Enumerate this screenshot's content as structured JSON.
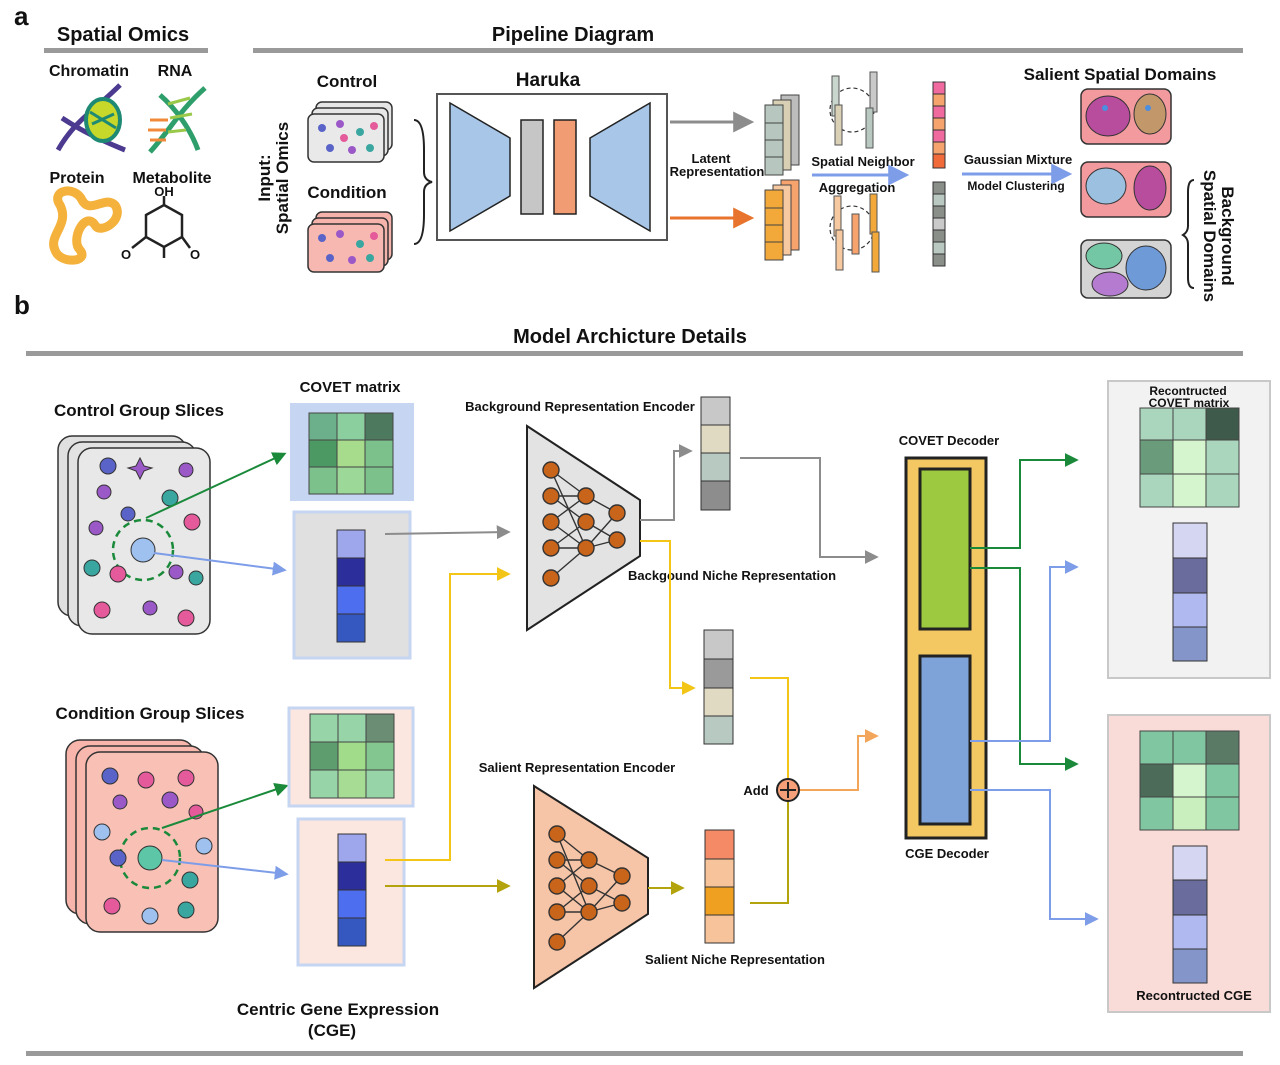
{
  "panel_a": {
    "panel_label": "a",
    "spatial_omics": {
      "title": "Spatial Omics",
      "items": [
        "Chromatin",
        "RNA",
        "Protein",
        "Metabolite"
      ],
      "metabolite_atoms": [
        "OH",
        "O",
        "O"
      ]
    },
    "pipeline": {
      "title": "Pipeline Diagram",
      "input_label_line1": "Input:",
      "input_label_line2": "Spatial Omics",
      "control_label": "Control",
      "condition_label": "Condition",
      "model_name": "Haruka",
      "latent_line1": "Latent",
      "latent_line2": "Representation",
      "spatial_neighbor": "Spatial Neighbor",
      "aggregation": "Aggregation",
      "gmm_line1": "Gaussian Mixture",
      "gmm_line2": "Model Clustering",
      "salient_domains": "Salient Spatial Domains",
      "background_line1": "Background",
      "background_line2": "Spatial Domains"
    }
  },
  "panel_b": {
    "panel_label": "b",
    "title": "Model Archicture Details",
    "control_slices": "Control Group Slices",
    "condition_slices": "Condition Group Slices",
    "covet_matrix": "COVET matrix",
    "cge_line1": "Centric Gene Expression",
    "cge_line2": "(CGE)",
    "bg_encoder": "Background Representation Encoder",
    "bg_niche": "Backgound Niche Representation",
    "sal_encoder": "Salient Representation Encoder",
    "sal_niche": "Salient Niche Representation",
    "add": "Add",
    "covet_decoder": "COVET Decoder",
    "cge_decoder": "CGE Decoder",
    "recon_covet_line1": "Recontructed",
    "recon_covet_line2": "COVET matrix",
    "recon_cge": "Recontructed CGE"
  },
  "colors": {
    "background_path": "#8c8c8c",
    "salient_path": "#e8732c",
    "yellow_path": "#f2c516",
    "olive_path": "#b3a30c",
    "green_path": "#1a8a3a",
    "blue_path": "#7e9de8",
    "encoder_bg_fill": "#e3e3e3",
    "encoder_salient_fill": "#f6c4a6",
    "node_fill": "#c8651b",
    "decoder_fill": "#f3c762",
    "covet_decoder_fill": "#9cc93f",
    "cge_decoder_fill": "#7ea3d8"
  }
}
